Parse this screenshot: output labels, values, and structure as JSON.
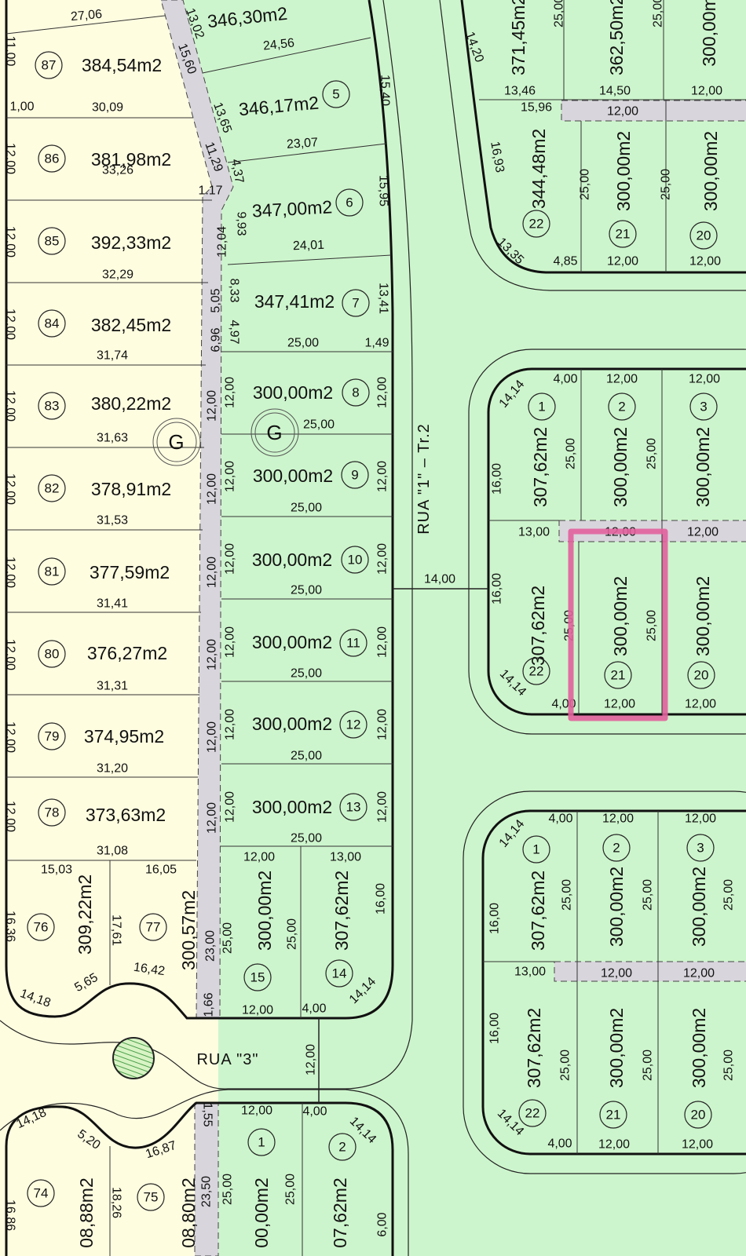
{
  "colors": {
    "private_area": "#fffde0",
    "public_area": "#cdf5cd",
    "easement": "#d8d5dc",
    "highlight": "#e2609c"
  },
  "streets": {
    "rua_1": "RUA \"1\" – Tr.2",
    "rua_1_width": "14,00",
    "rua_3": "RUA \"3\"",
    "rua_3_width": "12,00"
  },
  "markers": {
    "green_area_1": "G",
    "green_area_2": "G"
  },
  "left_block": {
    "lots": [
      {
        "number": "87",
        "area": "384,54m2"
      },
      {
        "number": "86",
        "area": "381,98m2"
      },
      {
        "number": "85",
        "area": "392,33m2"
      },
      {
        "number": "84",
        "area": "382,45m2"
      },
      {
        "number": "83",
        "area": "380,22m2"
      },
      {
        "number": "82",
        "area": "378,91m2"
      },
      {
        "number": "81",
        "area": "377,59m2"
      },
      {
        "number": "80",
        "area": "376,27m2"
      },
      {
        "number": "79",
        "area": "374,95m2"
      },
      {
        "number": "78",
        "area": "373,63m2"
      },
      {
        "number": "76",
        "area": "309,22m2"
      },
      {
        "number": "77",
        "area": "300,57m2"
      }
    ],
    "dims": [
      "27,06",
      "11,00",
      "1,00",
      "30,09",
      "12,00",
      "33,26",
      "1.17",
      "12,00",
      "32,29",
      "12,00",
      "31,74",
      "12,00",
      "31,63",
      "12,00",
      "31,53",
      "12,00",
      "31,41",
      "12,00",
      "31,31",
      "12,00",
      "31,20",
      "12,00",
      "31,08",
      "15,03",
      "16,05",
      "16,36",
      "17,61",
      "16,42",
      "5,65",
      "14,18"
    ]
  },
  "strip": {
    "dims": [
      "15,60",
      "13,02",
      "13,65",
      "11,29",
      "4,37",
      "12,04",
      "9,93",
      "5,05",
      "8,33",
      "6,96",
      "4,97",
      "12,00",
      "12,00",
      "12,00",
      "12,00",
      "12,00",
      "12,00",
      "12,00",
      "12,00",
      "12,00",
      "12,00",
      "12,00",
      "12,00",
      "23,00",
      "1,66",
      "1,55",
      "23,50"
    ]
  },
  "middle_block": {
    "lots": [
      {
        "area": "346,30m2"
      },
      {
        "number": "5",
        "area": "346,17m2"
      },
      {
        "number": "6",
        "area": "347,00m2"
      },
      {
        "number": "7",
        "area": "347,41m2"
      },
      {
        "number": "8",
        "area": "300,00m2"
      },
      {
        "number": "9",
        "area": "300,00m2"
      },
      {
        "number": "10",
        "area": "300,00m2"
      },
      {
        "number": "11",
        "area": "300,00m2"
      },
      {
        "number": "12",
        "area": "300,00m2"
      },
      {
        "number": "13",
        "area": "300,00m2"
      },
      {
        "number": "15",
        "area": "300,00m2"
      },
      {
        "number": "14",
        "area": "307,62m2"
      }
    ],
    "dims": [
      "24,56",
      "15,40",
      "23,07",
      "15,95",
      "24,01",
      "13,41",
      "25,00",
      "1,49",
      "25,00",
      "25,00",
      "25,00",
      "25,00",
      "25,00",
      "25,00",
      "12,00",
      "12,00",
      "12,00",
      "12,00",
      "12,00",
      "12,00",
      "12,00",
      "13,00",
      "25,00",
      "25,00",
      "16,00",
      "12,00",
      "4,00",
      "14,14"
    ]
  },
  "bottom_middle_block": {
    "lots": [
      {
        "number": "1",
        "area": "00,00m2"
      },
      {
        "number": "2",
        "area": "07,62m2"
      }
    ],
    "dims": [
      "12,00",
      "4,00",
      "14,14",
      "25,00",
      "25,00",
      "6,00"
    ]
  },
  "bottom_left_block": {
    "lots": [
      {
        "number": "74",
        "area": "08,88m2"
      },
      {
        "number": "75",
        "area": "08,80m2"
      }
    ],
    "dims": [
      "14,18",
      "5,20",
      "16,87",
      "16,86",
      "18,26"
    ]
  },
  "right_top_block": {
    "lots": [
      {
        "area": "371,45m2"
      },
      {
        "area": "362,50m2"
      },
      {
        "area": "300,00m"
      },
      {
        "number": "22",
        "area": "344,48m2"
      },
      {
        "number": "21",
        "area": "300,00m2"
      },
      {
        "number": "20",
        "area": "300,00m2"
      }
    ],
    "dims": [
      "25,00",
      "25,00",
      "14,20",
      "13,46",
      "14,50",
      "12,00",
      "15,96",
      "12,00",
      "16,93",
      "25,00",
      "25,00",
      "13,35",
      "4,85",
      "12,00",
      "12,00"
    ]
  },
  "right_middle_block": {
    "lots": [
      {
        "number": "1",
        "area": "307,62m2"
      },
      {
        "number": "2",
        "area": "300,00m2"
      },
      {
        "number": "3",
        "area": "300,00m2"
      },
      {
        "number": "22",
        "area": "307,62m2"
      },
      {
        "number": "21",
        "area": "300,00m2"
      },
      {
        "number": "20",
        "area": "300,00m2"
      }
    ],
    "dims": [
      "14,14",
      "4,00",
      "12,00",
      "12,00",
      "25,00",
      "25,00",
      "16,00",
      "13,00",
      "12,00",
      "12,00",
      "16,00",
      "25,00",
      "25,00",
      "14,14",
      "4,00",
      "12,00",
      "12,00"
    ]
  },
  "right_bottom_block": {
    "lots": [
      {
        "number": "1",
        "area": "307,62m2"
      },
      {
        "number": "2",
        "area": "300,00m2"
      },
      {
        "number": "3",
        "area": "300,00m2"
      },
      {
        "number": "22",
        "area": "307,62m2"
      },
      {
        "number": "21",
        "area": "300,00m2"
      },
      {
        "number": "20",
        "area": "300,00m2"
      }
    ],
    "dims": [
      "14,14",
      "4,00",
      "12,00",
      "12,00",
      "25,00",
      "25,00",
      "25,00",
      "16,00",
      "13,00",
      "12,00",
      "12,00",
      "16,00",
      "25,00",
      "25,00",
      "25,00",
      "14,14",
      "4,00",
      "12,00",
      "12,00"
    ]
  }
}
